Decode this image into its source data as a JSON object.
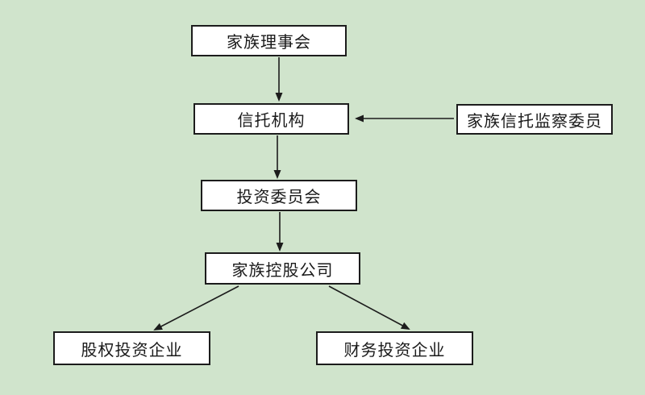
{
  "colors": {
    "background": "#d0e4cc",
    "box_fill": "#ffffff",
    "box_border": "#1c1c1c",
    "text": "#1a1a1a",
    "arrow": "#1c1c1c"
  },
  "diagram": {
    "type": "flowchart",
    "nodes": {
      "family_council": {
        "label": "家族理事会"
      },
      "trust_institution": {
        "label": "信托机构"
      },
      "trust_supervisory_committee": {
        "label": "家族信托监察委员"
      },
      "investment_committee": {
        "label": "投资委员会"
      },
      "family_holding_company": {
        "label": "家族控股公司"
      },
      "equity_investment_enterprise": {
        "label": "股权投资企业"
      },
      "financial_investment_enterprise": {
        "label": "财务投资企业"
      }
    },
    "edges": [
      {
        "from": "family_council",
        "to": "trust_institution",
        "direction": "down"
      },
      {
        "from": "trust_supervisory_committee",
        "to": "trust_institution",
        "direction": "left"
      },
      {
        "from": "trust_institution",
        "to": "investment_committee",
        "direction": "down"
      },
      {
        "from": "investment_committee",
        "to": "family_holding_company",
        "direction": "down"
      },
      {
        "from": "family_holding_company",
        "to": "equity_investment_enterprise",
        "direction": "down-left"
      },
      {
        "from": "family_holding_company",
        "to": "financial_investment_enterprise",
        "direction": "down-right"
      }
    ]
  }
}
